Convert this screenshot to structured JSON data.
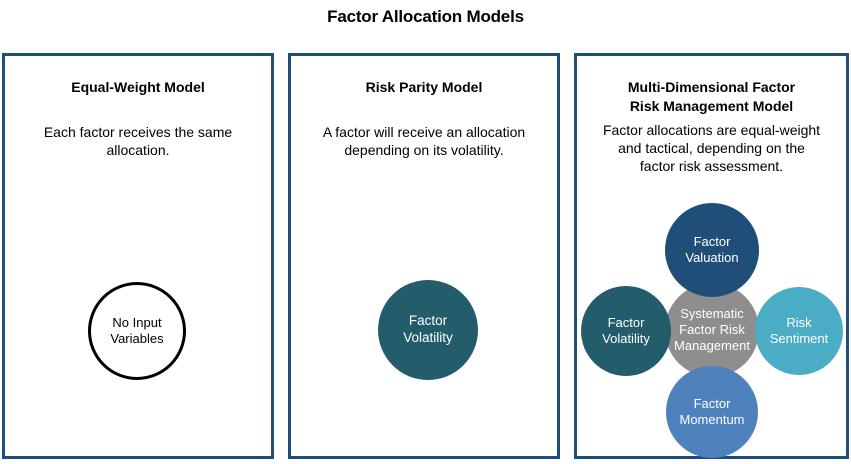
{
  "title": "Factor Allocation Models",
  "colors": {
    "panel_border": "#1F4E79",
    "navy": "#1F4E79",
    "teal": "#235C6B",
    "gray": "#8E8E8E",
    "light_blue": "#4BACC6",
    "medium_blue": "#4F81BD",
    "outline_circle_border": "#000000"
  },
  "panels": {
    "equal_weight": {
      "title": "Equal-Weight Model",
      "body": "Each factor receives the same\nallocation.",
      "circle": {
        "label": "No Input\nVariables"
      }
    },
    "risk_parity": {
      "title": "Risk Parity Model",
      "body": "A factor will receive an allocation\ndepending on its volatility.",
      "circle": {
        "label": "Factor\nVolatility",
        "color": "#235C6B"
      }
    },
    "multi_dimensional": {
      "title": "Multi-Dimensional Factor\nRisk Management Model",
      "body": "Factor allocations are equal-weight\nand tactical, depending on the\nfactor risk assessment.",
      "circles": {
        "center": {
          "label": "Systematic\nFactor Risk\nManagement",
          "color": "#8E8E8E"
        },
        "top": {
          "label": "Factor\nValuation",
          "color": "#1F4E79"
        },
        "left": {
          "label": "Factor\nVolatility",
          "color": "#235C6B"
        },
        "right": {
          "label": "Risk\nSentiment",
          "color": "#4BACC6"
        },
        "bottom": {
          "label": "Factor\nMomentum",
          "color": "#4F81BD"
        }
      }
    }
  }
}
